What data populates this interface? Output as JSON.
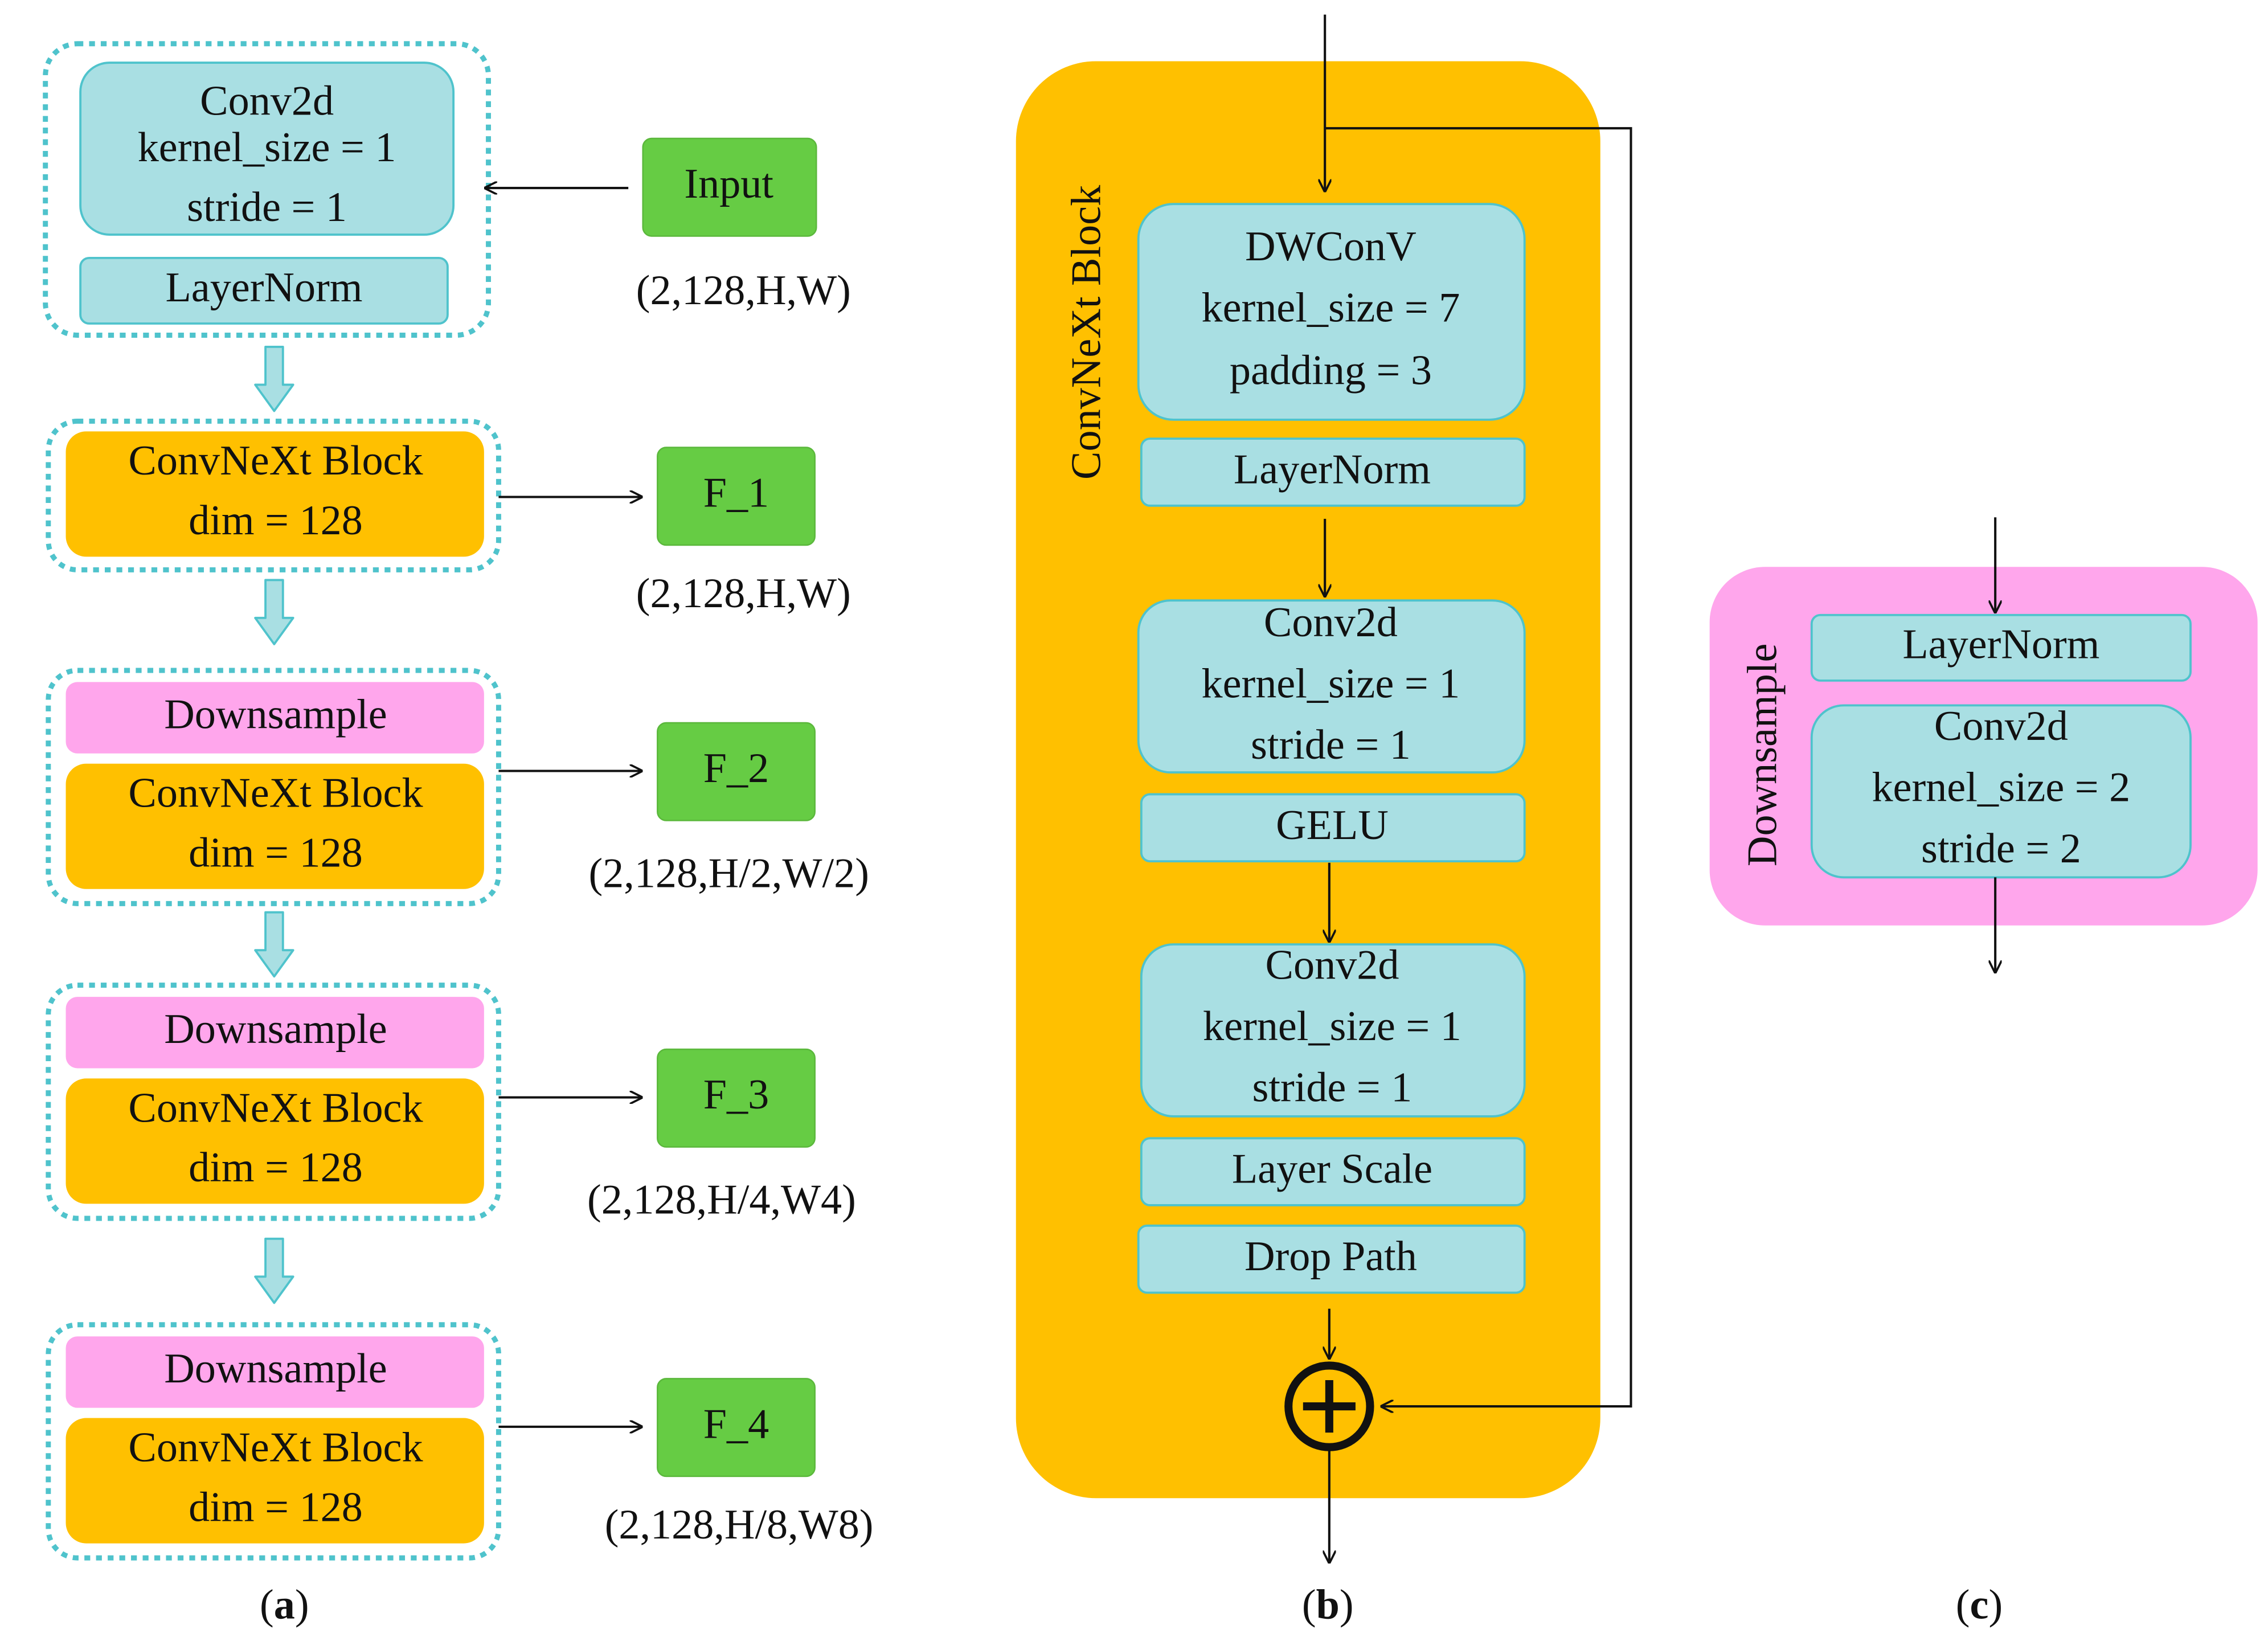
{
  "colors": {
    "cyan_box": "#A9DFE3",
    "cyan_border": "#4FC3CC",
    "orange": "#FFC000",
    "pink": "#FFA6EC",
    "green": "#66CC44",
    "arrow": "#111111",
    "white": "#ffffff"
  },
  "panel_a": {
    "stem_lines": [
      "Conv2d",
      "kernel_size = 1",
      "stride = 1"
    ],
    "stem_norm": "LayerNorm",
    "input_label": "Input",
    "input_shape": "(2,128,H,W)",
    "block_lines": [
      "ConvNeXt Block",
      "dim = 128"
    ],
    "downsample_label": "Downsample",
    "outputs": [
      {
        "label": "F_1",
        "shape": "(2,128,H,W)"
      },
      {
        "label": "F_2",
        "shape": "(2,128,H/2,W/2)"
      },
      {
        "label": "F_3",
        "shape": "(2,128,H/4,W4)"
      },
      {
        "label": "F_4",
        "shape": "(2,128,H/8,W8)"
      }
    ],
    "caption_open": "(",
    "caption_letter": "a",
    "caption_close": ")"
  },
  "panel_b": {
    "title": "ConvNeXt Block",
    "dwconv_lines": [
      "DWConV",
      "kernel_size = 7",
      "padding = 3"
    ],
    "norm": "LayerNorm",
    "conv1_lines": [
      "Conv2d",
      "kernel_size = 1",
      "stride = 1"
    ],
    "gelu": "GELU",
    "conv2_lines": [
      "Conv2d",
      "kernel_size = 1",
      "stride = 1"
    ],
    "layer_scale": "Layer Scale",
    "drop_path": "Drop Path",
    "caption_open": "(",
    "caption_letter": "b",
    "caption_close": ")"
  },
  "panel_c": {
    "title": "Downsample",
    "norm": "LayerNorm",
    "conv_lines": [
      "Conv2d",
      "kernel_size = 2",
      "stride = 2"
    ],
    "caption_open": "(",
    "caption_letter": "c",
    "caption_close": ")"
  }
}
